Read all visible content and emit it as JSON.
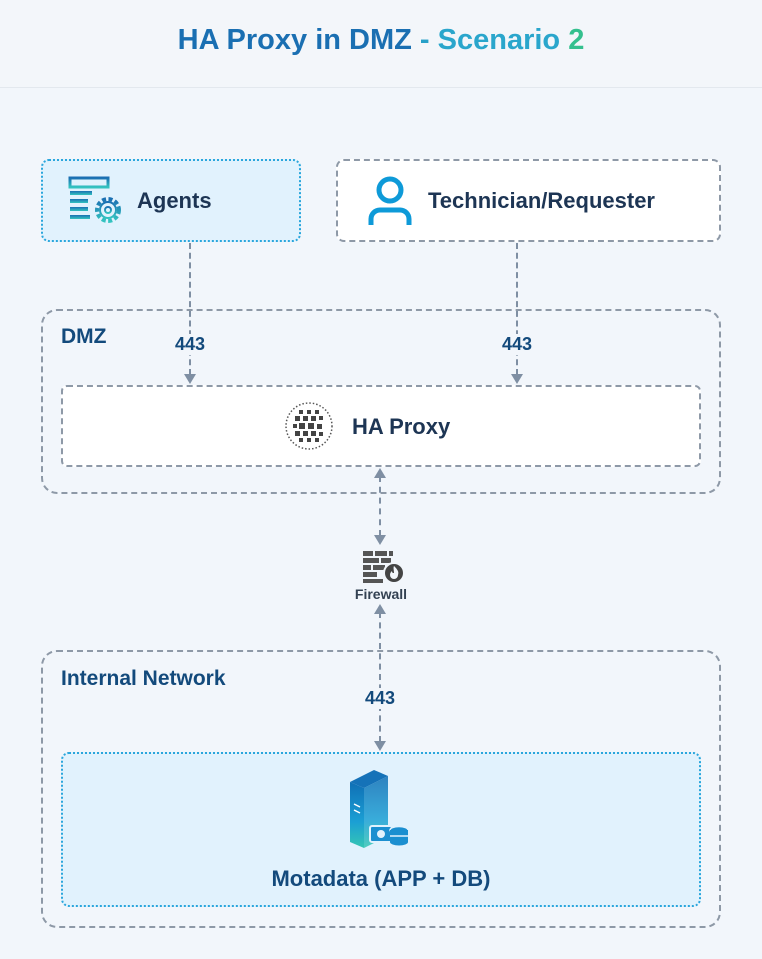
{
  "title": {
    "part1": "HA Proxy in DMZ",
    "sep": " - ",
    "part2": "Scenario ",
    "part3": "2"
  },
  "sources": [
    {
      "label": "Agents",
      "icon": "agents-gear-icon"
    },
    {
      "label": "Technician/Requester",
      "icon": "user-icon"
    }
  ],
  "dmz": {
    "label": "DMZ",
    "ports": [
      "443",
      "443"
    ],
    "proxy": {
      "label": "HA Proxy",
      "icon": "haproxy-logo-icon"
    }
  },
  "firewall": {
    "label": "Firewall",
    "icon": "firewall-icon"
  },
  "internal": {
    "label": "Internal Network",
    "port": "443",
    "server": {
      "label": "Motadata (APP + DB)",
      "icon": "server-database-icon"
    }
  },
  "colors": {
    "accent": "#1a76b8",
    "green": "#34c08e",
    "line": "#7f8fa3",
    "blue_fill": "#e1f2fd"
  }
}
